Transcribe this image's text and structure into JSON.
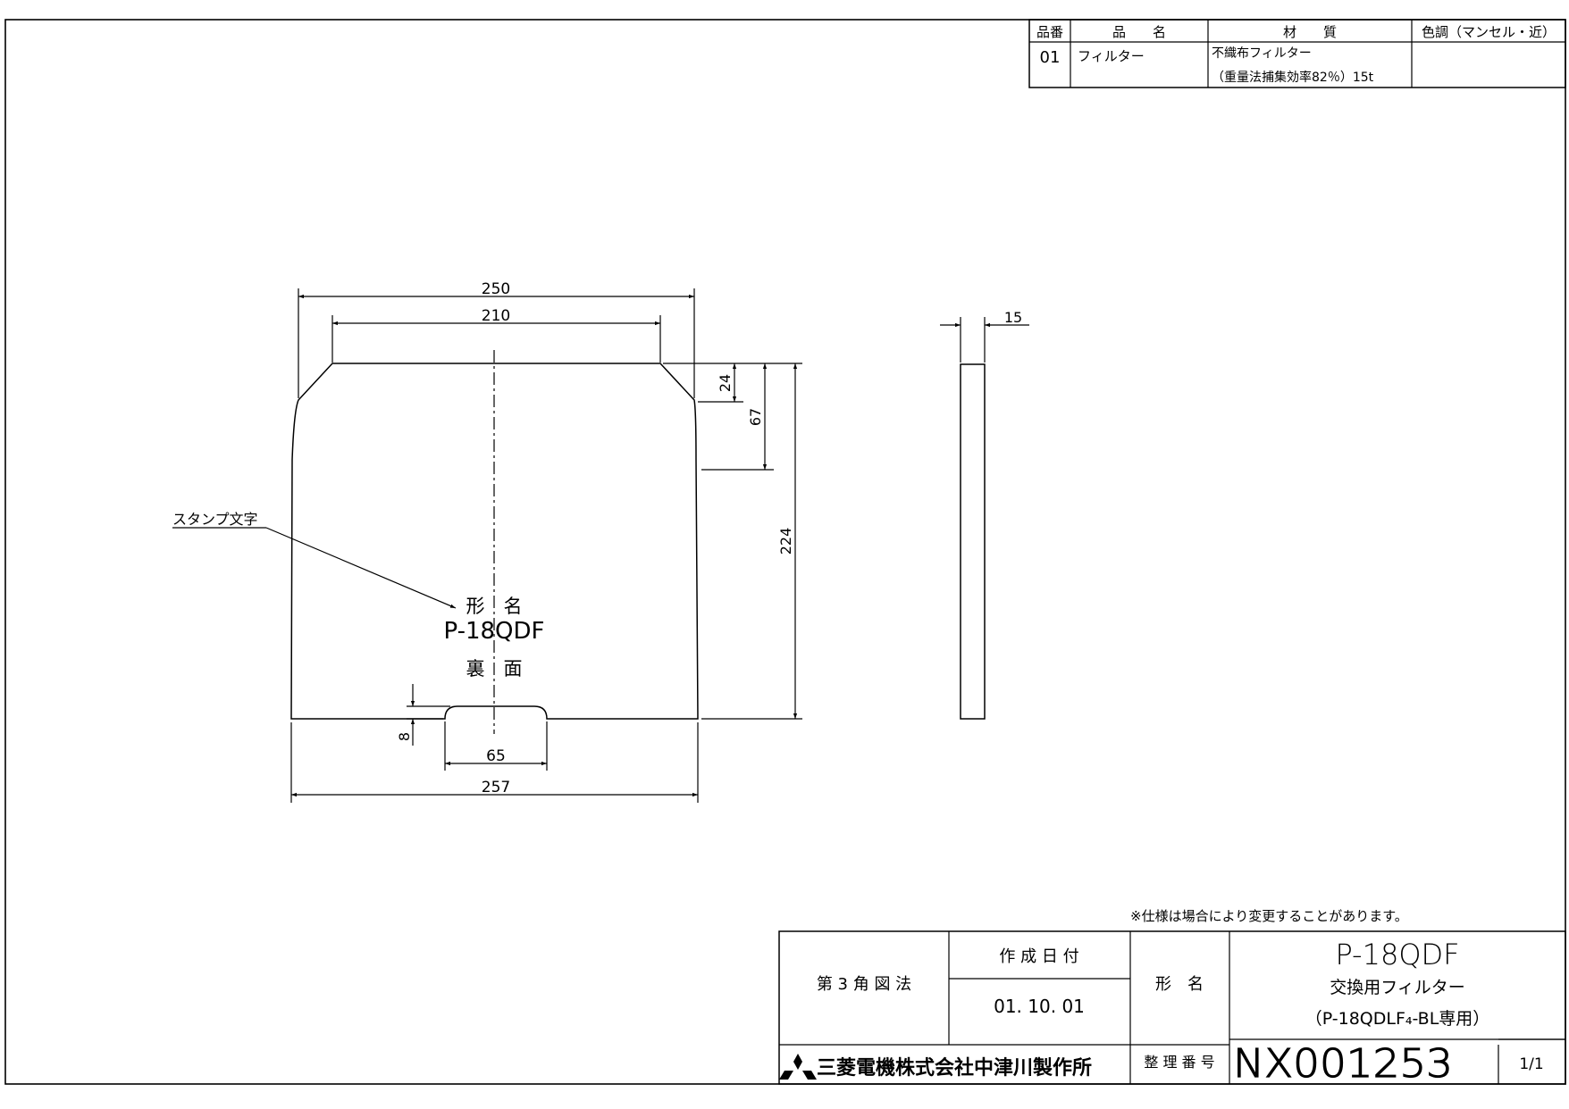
{
  "parts_table": {
    "headers": {
      "no": "品番",
      "name": "品　　名",
      "material": "材　　質",
      "color": "色調（マンセル・近）"
    },
    "row": {
      "no": "01",
      "name": "フィルター",
      "material_line1": "不織布フィルター",
      "material_line2": "（重量法捕集効率82％）15t",
      "color": ""
    }
  },
  "drawing": {
    "dimensions": {
      "top_width": "250",
      "top_inner_width": "210",
      "bottom_width": "257",
      "notch_width": "65",
      "notch_depth": "8",
      "chamfer_height": "24",
      "taper_height": "67",
      "total_height": "224",
      "thickness": "15"
    },
    "stamp_label": "スタンプ文字",
    "stamp": {
      "line1": "形　名",
      "line2": "P-18QDF",
      "line3": "裏　面"
    }
  },
  "note": "※仕様は場合により変更することがあります。",
  "title_block": {
    "projection": "第 3 角 図 法",
    "date_label": "作 成 日 付",
    "date_value": "01. 10. 01",
    "model_label": "形　名",
    "model_name": "P-18QDF",
    "model_desc": "交換用フィルター",
    "model_note": "（P-18QDLF₄-BL専用）",
    "company": "三菱電機株式会社中津川製作所",
    "ref_label": "整 理 番 号",
    "ref_number": "NX001253",
    "sheet": "1/1"
  }
}
